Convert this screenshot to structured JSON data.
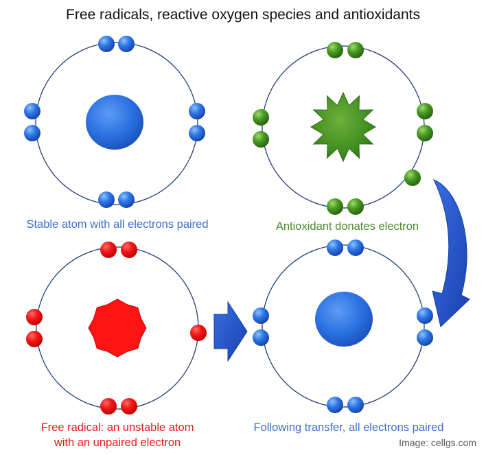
{
  "title": "Free radicals, reactive oxygen species and antioxidants",
  "credit": "Image: cellgs.com",
  "colors": {
    "blue": "#2f6fd9",
    "green": "#3f8a1f",
    "red": "#ee1c1c",
    "orbit": "#1f3b78",
    "arrow": "#2050c8"
  },
  "panels": {
    "stable": {
      "caption": "Stable atom with all electrons paired",
      "caption_color": "#3a6fcf",
      "nucleus": "sphere",
      "electrons": 8,
      "paired": true
    },
    "antioxidant": {
      "caption": "Antioxidant donates electron",
      "caption_color": "#4a8a2a",
      "nucleus": "12-point star",
      "electrons": 9,
      "paired": false
    },
    "radical": {
      "caption_line1": "Free radical: an unstable atom",
      "caption_line2": "with an unpaired electron",
      "caption_color": "#e31b1b",
      "nucleus": "8-point star",
      "electrons": 7,
      "paired": false
    },
    "transfer": {
      "caption": "Following transfer, all electrons paired",
      "caption_color": "#3a6fcf",
      "nucleus": "sphere",
      "electrons": 8,
      "paired": true
    }
  }
}
